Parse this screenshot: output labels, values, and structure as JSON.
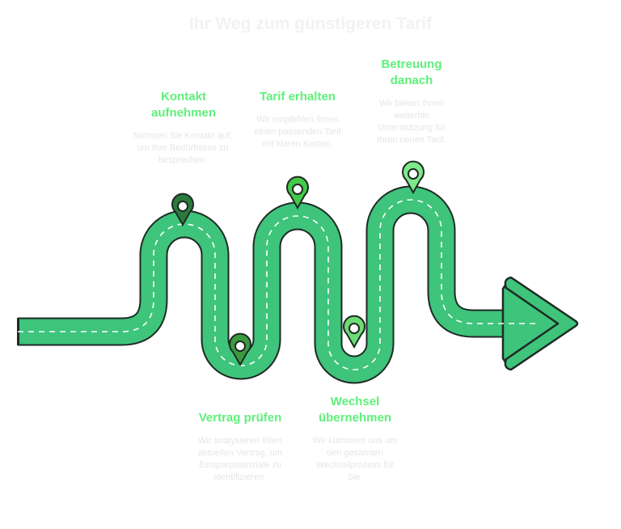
{
  "title": "Ihr Weg zum günstigeren Tarif",
  "colors": {
    "road": "#3ec47b",
    "outline": "#1f2a24",
    "pin_dark": "#2b7a3d",
    "pin_mid": "#44c94b",
    "pin_light": "#7ee88a",
    "title_green": "#5ef07a"
  },
  "steps": [
    {
      "title": "Kontakt aufnehmen",
      "description": "Nehmen Sie Kontakt auf, um Ihre Bedürfnisse zu besprechen.",
      "pin_icon": "location-pin-icon"
    },
    {
      "title": "Vertrag prüfen",
      "description": "Wir analysieren Ihren aktuellen Vertrag, um Einsparpotenziale zu identifizieren.",
      "pin_icon": "location-pin-icon"
    },
    {
      "title": "Tarif erhalten",
      "description": "Wir empfehlen Ihnen einen passenden Tarif mit klaren Kosten.",
      "pin_icon": "location-pin-icon"
    },
    {
      "title": "Wechsel übernehmen",
      "description": "Wir kümmern uns um den gesamten Wechselprozess für Sie.",
      "pin_icon": "location-pin-icon"
    },
    {
      "title": "Betreuung danach",
      "description": "Wir bieten Ihnen weiterhin Unterstützung für Ihren neuen Tarif.",
      "pin_icon": "location-pin-icon"
    }
  ]
}
